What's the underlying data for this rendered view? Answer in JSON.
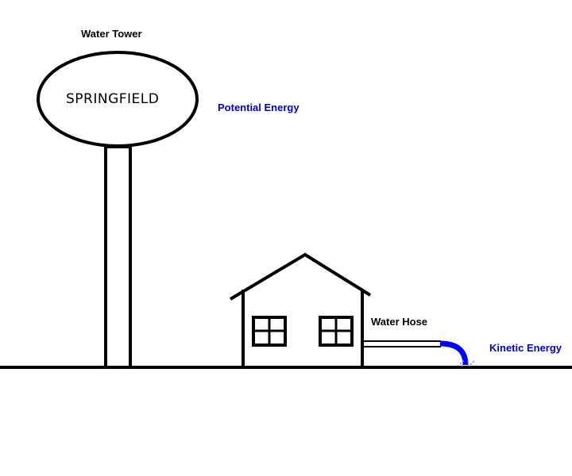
{
  "labels": {
    "water_tower": "Water Tower",
    "tank_name": "SPRINGFIELD",
    "potential_energy": "Potential Energy",
    "water_hose": "Water Hose",
    "kinetic_energy": "Kinetic Energy"
  },
  "colors": {
    "line": "#000000",
    "energy_label": "#0000cc",
    "water": "#0000ff",
    "background": "#ffffff"
  }
}
